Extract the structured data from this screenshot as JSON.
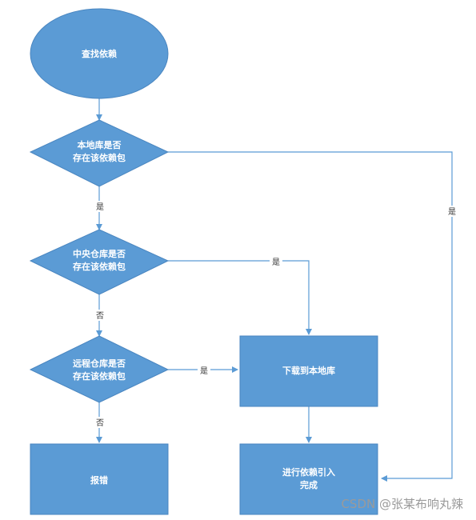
{
  "colors": {
    "node_fill": "#5b9bd5",
    "node_stroke": "#4a86c0",
    "edge": "#5b9bd5"
  },
  "nodes": {
    "start": {
      "label": "查找依赖"
    },
    "local": {
      "line1": "本地库是否",
      "line2": "存在该依赖包"
    },
    "central": {
      "line1": "中央仓库是否",
      "line2": "存在该依赖包"
    },
    "remote": {
      "line1": "远程仓库是否",
      "line2": "存在该依赖包"
    },
    "download": {
      "label": "下载到本地库"
    },
    "error": {
      "label": "报错"
    },
    "import": {
      "line1": "进行依赖引入",
      "line2": "完成"
    }
  },
  "edges": {
    "local_down": "是",
    "local_right": "是",
    "central_down": "否",
    "central_right": "是",
    "remote_down": "否",
    "remote_right": "是"
  },
  "watermark": "CSDN @张某布响丸辣"
}
